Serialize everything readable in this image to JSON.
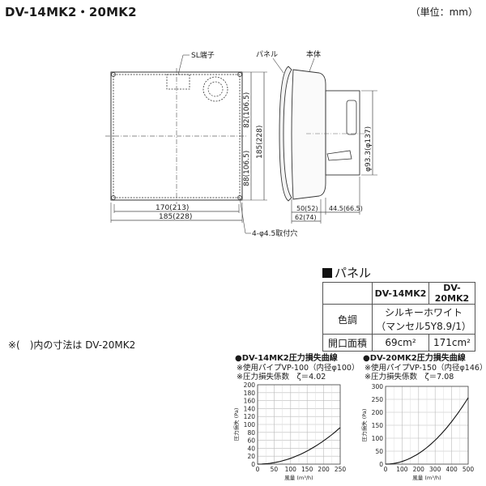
{
  "title": "DV-14MK2・20MK2",
  "unit_note": "（単位：mm）",
  "drawing": {
    "labels": {
      "sl_terminal": "SL端子",
      "panel": "パネル",
      "body": "本体",
      "mount_holes": "4-φ4.5取付穴"
    },
    "dims": {
      "width_inner": "170(213)",
      "width_outer": "185(228)",
      "height_upper": "82(106.5)",
      "height_lower": "88(106.5)",
      "height_total": "185(228)",
      "duct_dia": "φ93.3(φ137)",
      "depth_a": "50(52)",
      "depth_b": "44.5(66.5)",
      "depth_total": "62(74)"
    }
  },
  "panel_spec": {
    "heading": "パネル",
    "columns": [
      "",
      "DV-14MK2",
      "DV-20MK2"
    ],
    "rows": [
      {
        "label": "色調",
        "value": "シルキーホワイト",
        "value2": "（マンセル5Y8.9/1）"
      },
      {
        "label": "開口面積",
        "v14": "69cm²",
        "v20": "171cm²"
      }
    ]
  },
  "footnote": "※(　)内の寸法は DV-20MK2",
  "curves": [
    {
      "title": "●DV-14MK2圧力損失曲線",
      "note1": "※使用パイプVP-100（内径φ100）",
      "note2": "※圧力損失係数　ζ＝4.02",
      "ylabel": "圧力損失 (Pa)",
      "xlabel": "風量 (m³/h)",
      "x_ticks": [
        "0",
        "50",
        "100",
        "150",
        "200",
        "250"
      ],
      "y_ticks": [
        "0",
        "20",
        "40",
        "60",
        "80",
        "100",
        "120",
        "140",
        "160",
        "180",
        "200"
      ]
    },
    {
      "title": "●DV-20MK2圧力損失曲線",
      "note1": "※使用パイプVP-150（内径φ146）",
      "note2": "※圧力損失係数　ζ＝7.08",
      "ylabel": "圧力損失 (Pa)",
      "xlabel": "風量 (m³/h)",
      "x_ticks": [
        "0",
        "100",
        "200",
        "300",
        "400",
        "500"
      ],
      "y_ticks": [
        "0",
        "50",
        "100",
        "150",
        "200",
        "250",
        "300"
      ]
    }
  ],
  "chart_data": [
    {
      "type": "line",
      "title": "DV-14MK2圧力損失曲線",
      "xlabel": "風量 (m³/h)",
      "ylabel": "圧力損失 (Pa)",
      "xlim": [
        0,
        250
      ],
      "ylim": [
        0,
        200
      ],
      "grid": true,
      "x": [
        0,
        50,
        100,
        150,
        200,
        250
      ],
      "series": [
        {
          "values": [
            0,
            4,
            15,
            33,
            59,
            92
          ]
        }
      ]
    },
    {
      "type": "line",
      "title": "DV-20MK2圧力損失曲線",
      "xlabel": "風量 (m³/h)",
      "ylabel": "圧力損失 (Pa)",
      "xlim": [
        0,
        500
      ],
      "ylim": [
        0,
        300
      ],
      "grid": true,
      "x": [
        0,
        100,
        200,
        300,
        400,
        500
      ],
      "series": [
        {
          "values": [
            0,
            10,
            40,
            95,
            165,
            255
          ]
        }
      ]
    }
  ]
}
